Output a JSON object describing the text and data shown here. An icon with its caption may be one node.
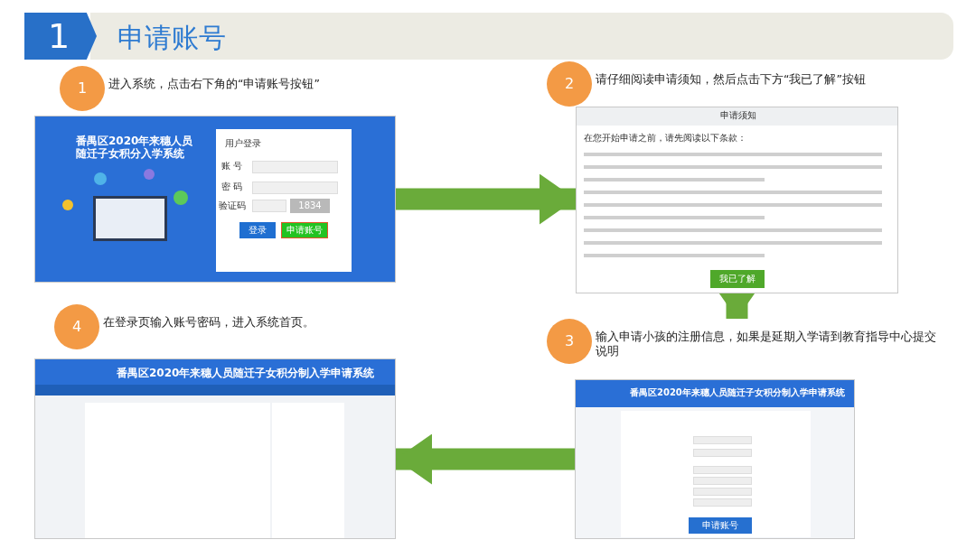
{
  "diagram": {
    "title": "申请账号",
    "nodes": [
      {
        "text": [
          "1",
          "进入系统，点击右下角的“申请账号按钮”"
        ]
      },
      {
        "text": [
          "番禺区2020年来穗人员随迁子女积分入学系统",
          "用户登录",
          "账 号",
          "密 码",
          "验证码",
          "1834",
          "登录",
          "申请账号"
        ]
      },
      {
        "text": [
          "2",
          "请仔细阅读申请须知，然后点击下方“我已了解”按钮"
        ]
      },
      {
        "text": [
          "申请须知",
          "在您开始申请之前，请先阅读以下条款：",
          "我已了解"
        ]
      },
      {
        "text": [
          "3",
          "输入申请小孩的注册信息，如果是延期入学请到教育指导中心提交说明"
        ]
      },
      {
        "text": [
          "番禺区2020年来穗人员随迁子女积分制入学申请系统",
          "申请账号"
        ]
      },
      {
        "text": [
          "4",
          "在登录页输入账号密码，进入系统首页。"
        ]
      },
      {
        "text": [
          "番禺区2020年来穗人员随迁子女积分制入学申请系统"
        ]
      }
    ],
    "edges": [
      {
        "from": 1,
        "to": 3,
        "arrow": "to",
        "color": "#6aab3a"
      },
      {
        "from": 3,
        "to": 4,
        "arrow": "to",
        "color": "#6aab3a"
      },
      {
        "from": 5,
        "to": 7,
        "arrow": "to",
        "color": "#6aab3a"
      }
    ],
    "labels": [
      "1"
    ]
  }
}
